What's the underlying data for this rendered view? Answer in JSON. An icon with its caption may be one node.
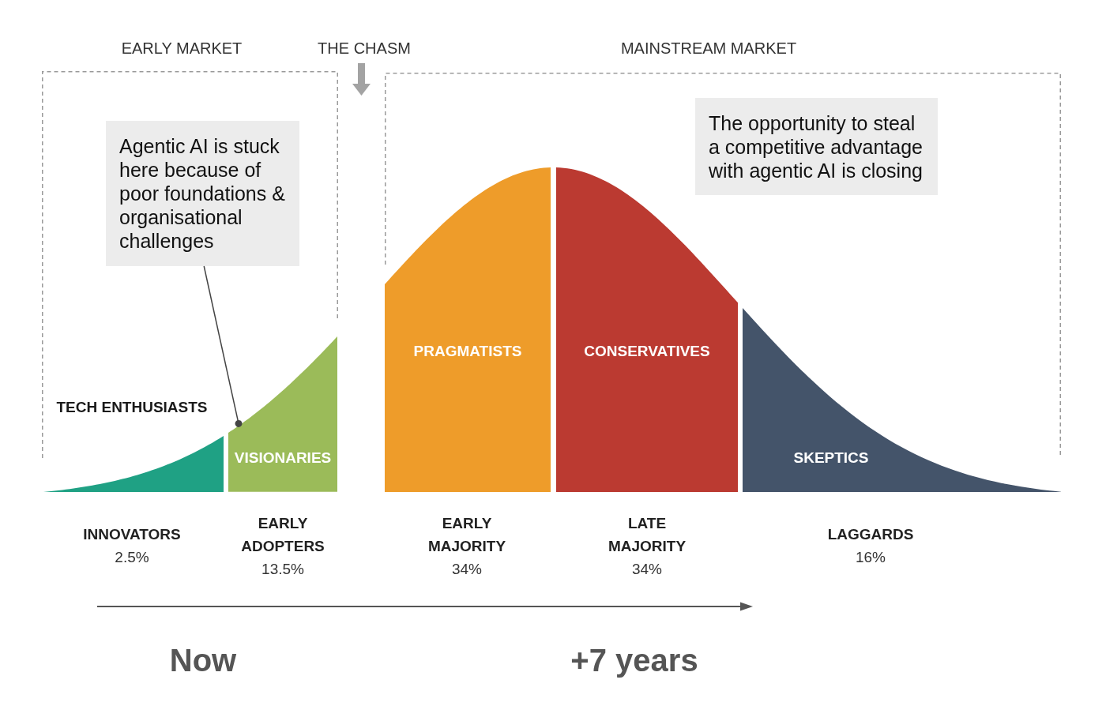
{
  "diagram": {
    "nodes": [
      {
        "text": [
          "EARLY MARKET"
        ]
      },
      {
        "text": [
          "Agentic AI is stuck here because of poor foundations & organisational challenges"
        ],
        "in": 0
      },
      {
        "text": [
          "MAINSTREAM MARKET"
        ]
      },
      {
        "text": [
          "The opportunity to steal a competitive advantage with agentic AI is closing"
        ],
        "in": 2
      },
      {
        "text": [
          "TECH ENTHUSIASTS"
        ],
        "beside": [
          "INNOVATORS",
          "2.5%"
        ],
        "in": 0
      },
      {
        "text": [
          "VISIONARIES"
        ],
        "beside": [
          "EARLY ADOPTERS",
          "13.5%"
        ],
        "in": 0
      },
      {
        "text": [
          "PRAGMATISTS"
        ],
        "beside": [
          "EARLY MAJORITY",
          "34%"
        ],
        "in": 2
      },
      {
        "text": [
          "CONSERVATIVES"
        ],
        "beside": [
          "LATE MAJORITY",
          "34%"
        ],
        "in": 2
      },
      {
        "text": [
          "SKEPTICS"
        ],
        "beside": [
          "LAGGARDS",
          "16%"
        ],
        "in": 2
      }
    ],
    "edges": [
      {
        "from": 1,
        "to": 5,
        "arrow": "other"
      }
    ],
    "labels": [
      "THE CHASM",
      "Now",
      "+7 years"
    ]
  }
}
